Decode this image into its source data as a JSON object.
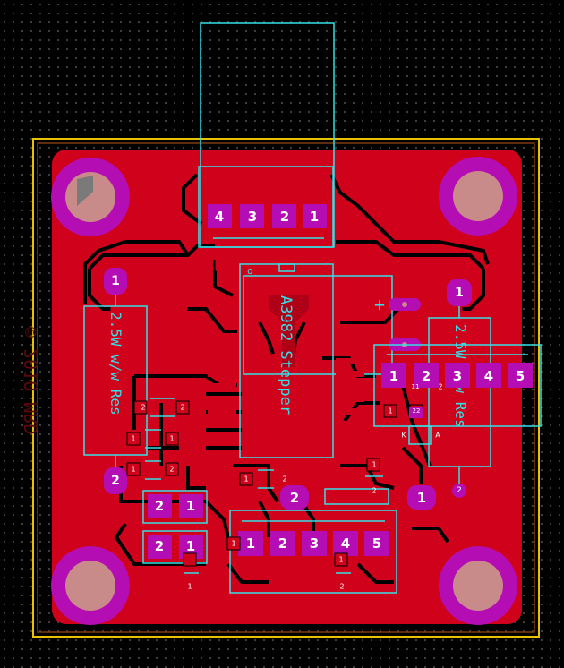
{
  "colors": {
    "copper": "#d0021b",
    "pad": "#b40db4",
    "silk": "#35e0e6",
    "outline": "#e8c200",
    "hole": "#c98a8a",
    "text_white": "#ffffff"
  },
  "chip": {
    "label": "A3982 Stepper",
    "pin_mark": "o"
  },
  "resistors": [
    {
      "label": "2.5W w/w Res",
      "pin_top": "1",
      "pin_bottom": "2"
    },
    {
      "label": "2.5W w/w Res",
      "pin_top": "1",
      "pin_bottom": "2"
    }
  ],
  "headers": {
    "top_connector": [
      "4",
      "3",
      "2",
      "1"
    ],
    "right_connector": [
      "1",
      "2",
      "3",
      "4",
      "5"
    ],
    "bottom_connector": [
      "1",
      "2",
      "3",
      "4",
      "5"
    ],
    "jumper_a": [
      "2",
      "1"
    ],
    "jumper_b": [
      "2",
      "1"
    ]
  },
  "pads": {
    "center_two": "2",
    "center_one": "1"
  },
  "copyright": "© 2010 MRD",
  "polarity_mark": "+",
  "small_labels": [
    "2",
    "1",
    "1",
    "1",
    "2",
    "1",
    "2",
    "1",
    "1",
    "2",
    "1",
    "2",
    "11",
    "22",
    "1",
    "K",
    "A",
    "2",
    "1",
    "2"
  ]
}
